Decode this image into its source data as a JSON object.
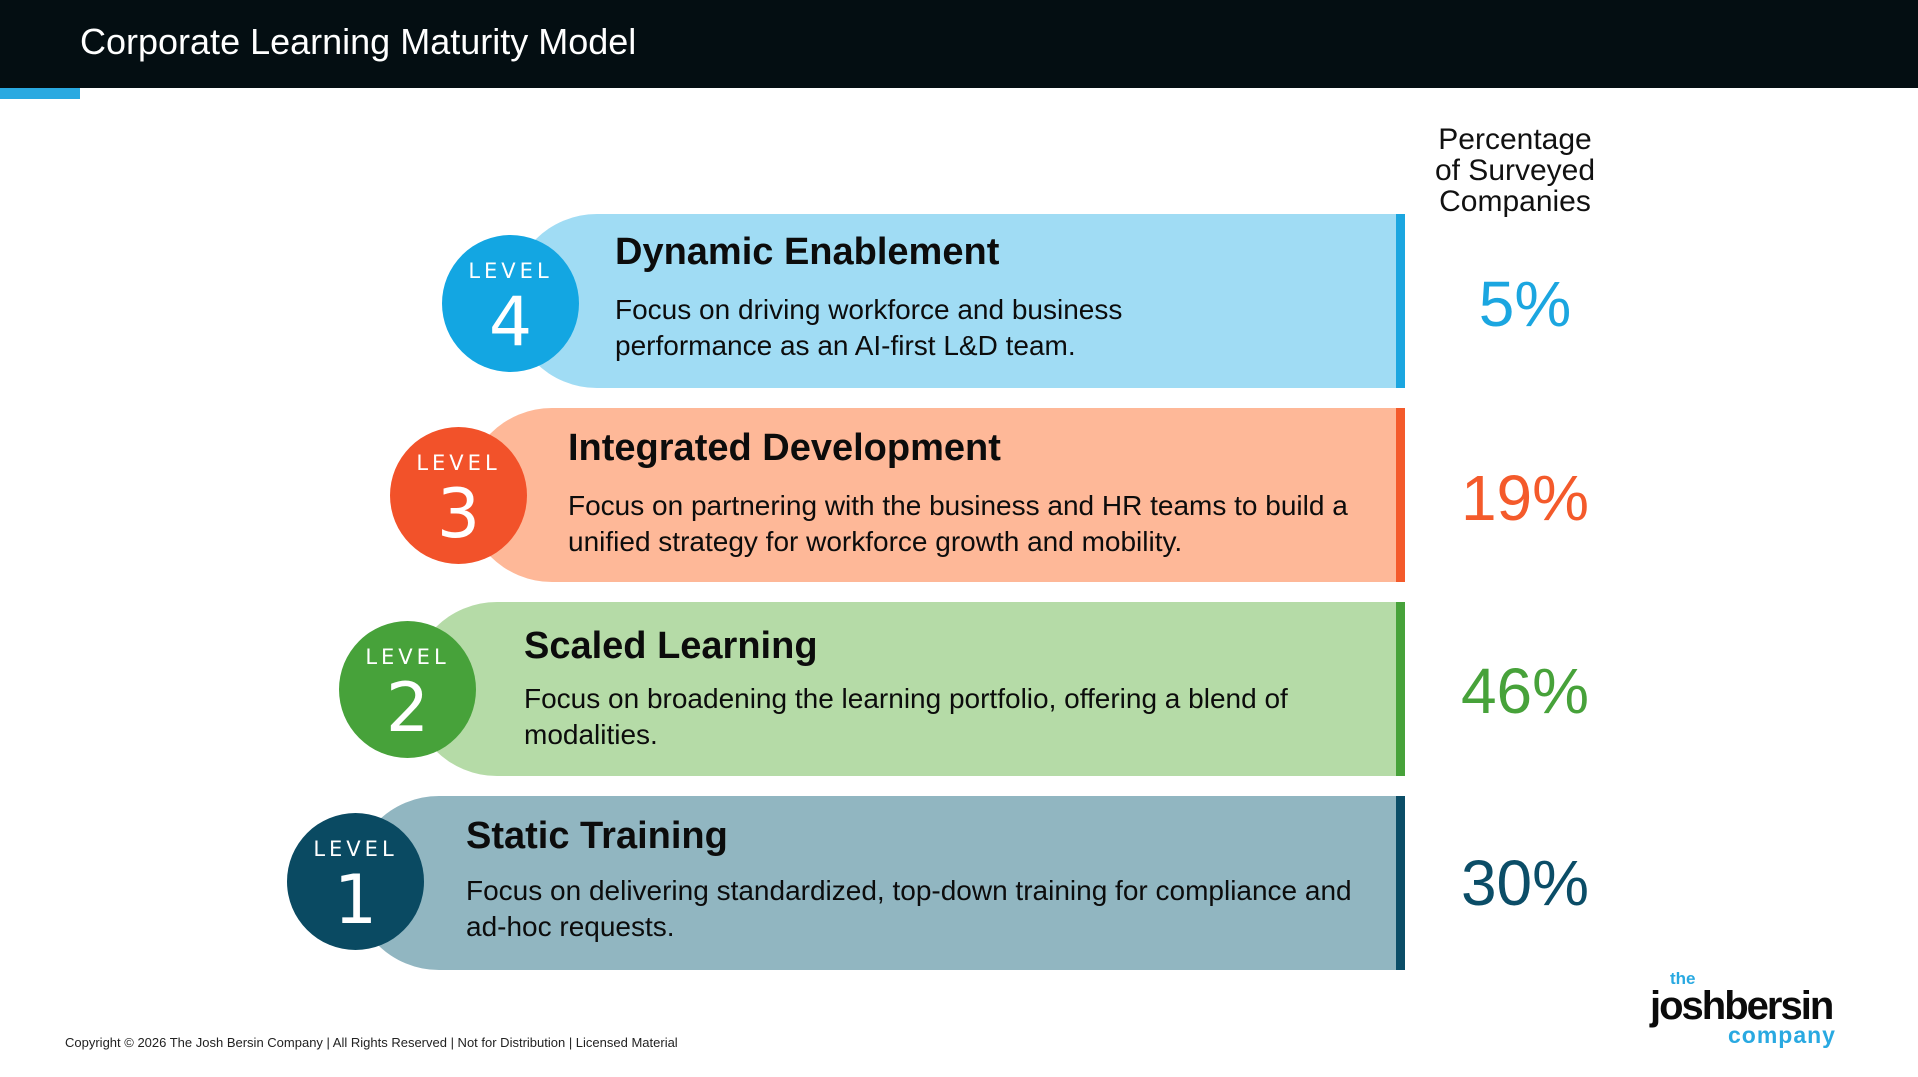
{
  "header": {
    "title": "Corporate Learning Maturity Model"
  },
  "percentage_heading": {
    "line1": "Percentage",
    "line2": "of Surveyed",
    "line3": "Companies"
  },
  "levels": [
    {
      "badge_label": "LEVEL",
      "number": "4",
      "title": "Dynamic Enablement",
      "description": "Focus on driving workforce and business performance as an AI-first L&D team.",
      "percentage": "5%",
      "colors": {
        "banner": "#a0dcf4",
        "edge": "#1ba6e0",
        "badge": "#13a6e2",
        "percent": "#1ba6e0"
      }
    },
    {
      "badge_label": "LEVEL",
      "number": "3",
      "title": "Integrated Development",
      "description": "Focus on partnering with the business and HR teams to build a unified strategy for workforce growth and mobility.",
      "percentage": "19%",
      "colors": {
        "banner": "#feb898",
        "edge": "#f45a2b",
        "badge": "#f2522a",
        "percent": "#f45a2b"
      }
    },
    {
      "badge_label": "LEVEL",
      "number": "2",
      "title": "Scaled Learning",
      "description": "Focus on broadening the learning portfolio, offering a blend of modalities.",
      "percentage": "46%",
      "colors": {
        "banner": "#b5dba7",
        "edge": "#47a23a",
        "badge": "#47a23a",
        "percent": "#47a23a"
      }
    },
    {
      "badge_label": "LEVEL",
      "number": "1",
      "title": "Static Training",
      "description": "Focus on delivering standardized, top-down training for compliance and ad-hoc requests.",
      "percentage": "30%",
      "colors": {
        "banner": "#91b6c1",
        "edge": "#0b4d67",
        "badge": "#0a4a62",
        "percent": "#0b4d67"
      }
    }
  ],
  "footer": {
    "copyright": "Copyright © 2026 The Josh Bersin Company | All Rights Reserved | Not for Distribution  | Licensed Material"
  },
  "logo": {
    "the": "the",
    "name": "joshbersin",
    "company": "company"
  }
}
